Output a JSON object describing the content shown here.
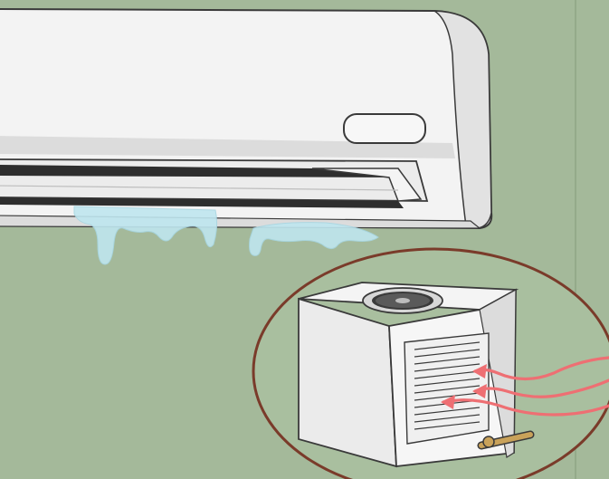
{
  "colors": {
    "wall": "#a4b99a",
    "wall_edge": "#8fa585",
    "unit_body": "#f2f2f2",
    "unit_shadow": "#d9d9d9",
    "outline": "#3a3a3a",
    "vent_dark": "#2e2e2e",
    "water": "#bfe6ef",
    "callout_border": "#7a3b2a",
    "callout_fill": "#a9bf9f",
    "heat_arrow": "#ee6f73",
    "pipe": "#c9a25a"
  },
  "icons": {
    "indoor_unit": "split-ac-indoor-unit",
    "water_leak": "water-drip",
    "outdoor_unit": "condenser-unit",
    "fan": "fan-icon",
    "arrows": "heat-flow-arrows",
    "pipe": "copper-pipe"
  }
}
